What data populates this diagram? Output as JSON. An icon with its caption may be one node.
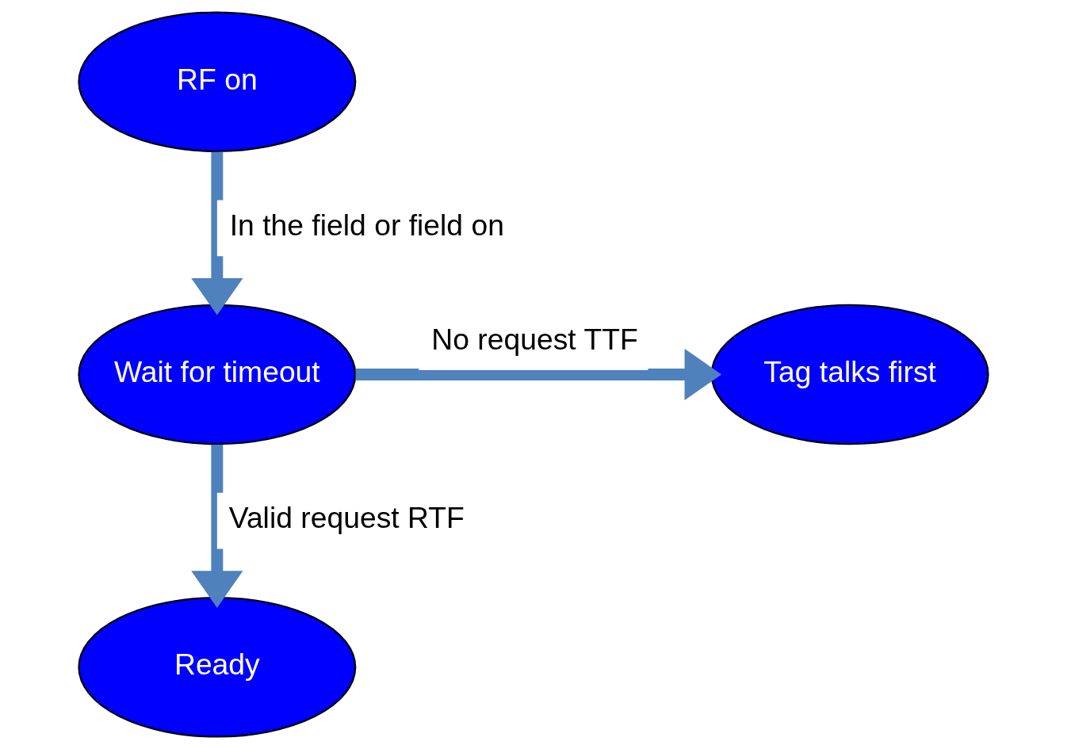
{
  "diagram": {
    "nodes": [
      {
        "text": [
          "RF on"
        ]
      },
      {
        "text": [
          "Wait for timeout"
        ]
      },
      {
        "text": [
          "Tag talks first"
        ]
      },
      {
        "text": [
          "Ready"
        ]
      }
    ],
    "edges": [
      {
        "from": 0,
        "to": 1,
        "arrow": "to",
        "label": "In the field or field on"
      },
      {
        "from": 1,
        "to": 2,
        "arrow": "to",
        "label": "No request TTF"
      },
      {
        "from": 1,
        "to": 3,
        "arrow": "to",
        "label": "Valid request RTF"
      }
    ]
  }
}
